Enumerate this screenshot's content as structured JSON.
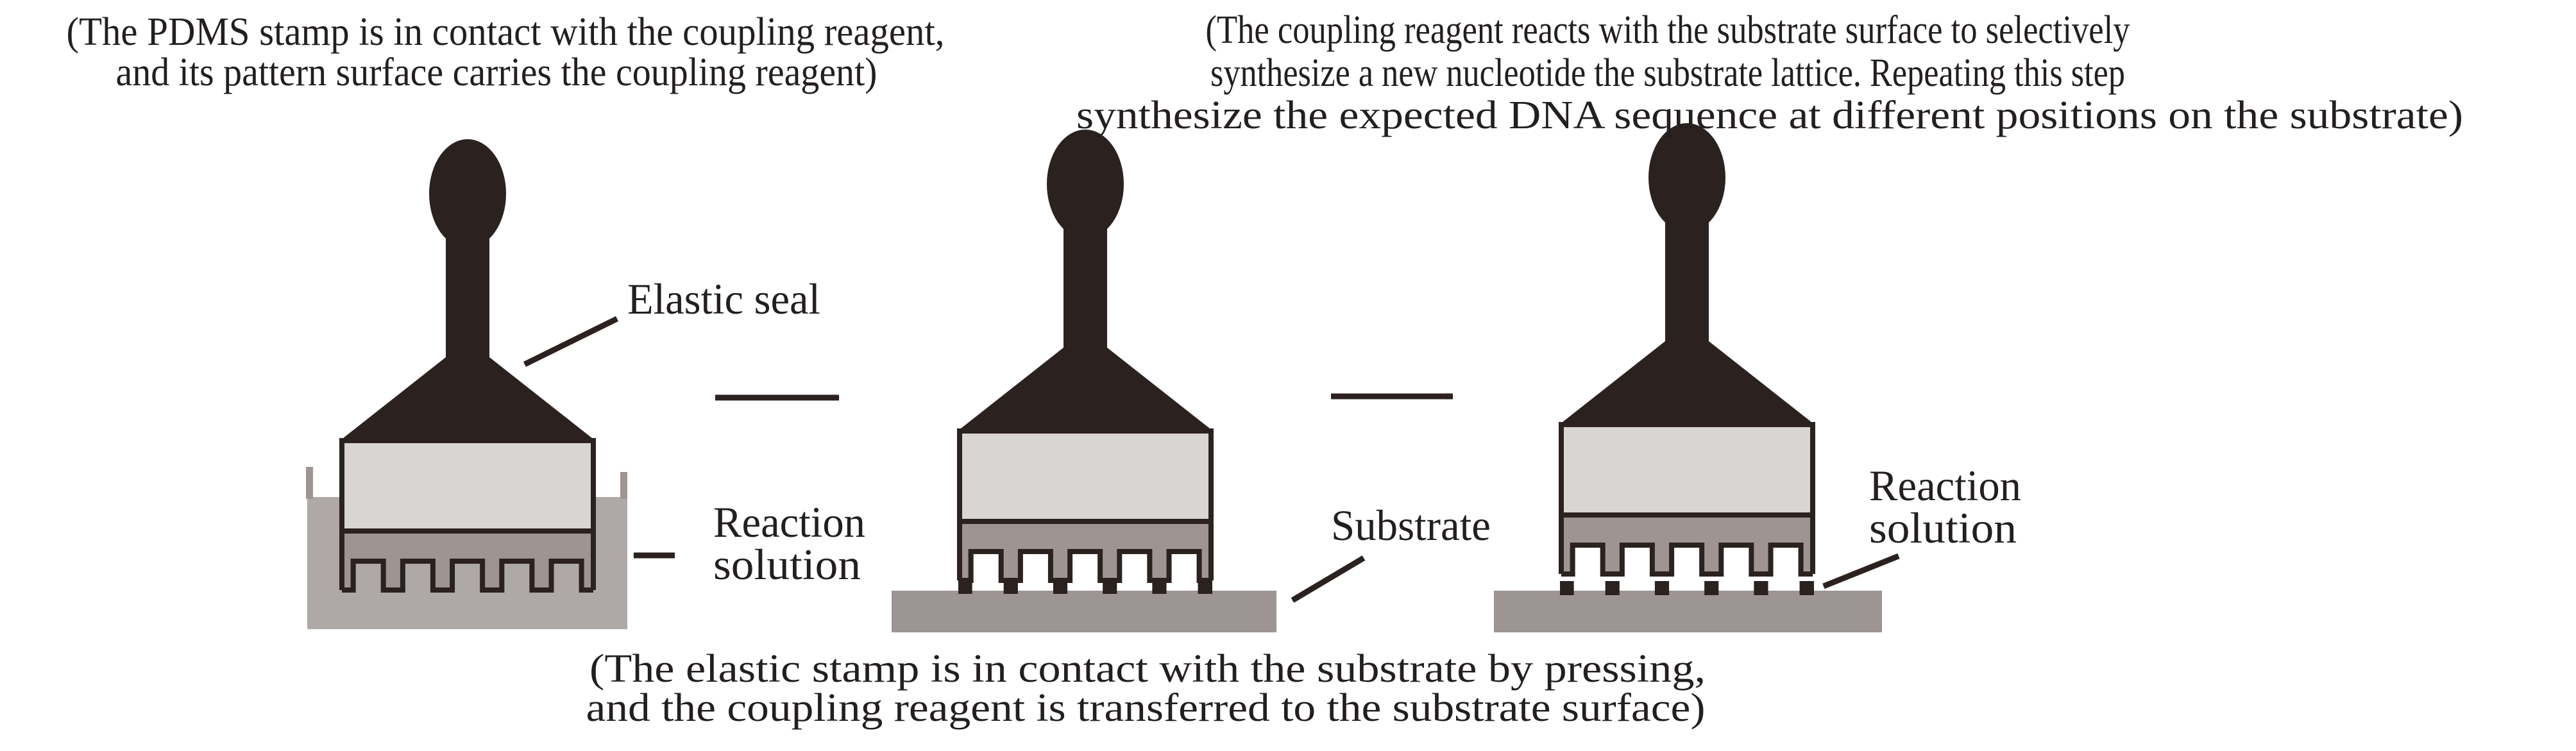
{
  "captions": {
    "step1": [
      "(The PDMS stamp is in contact with the coupling reagent,",
      "and its pattern surface carries the coupling reagent)"
    ],
    "step2": [
      "(The elastic stamp is in contact with the substrate by pressing,",
      "and the coupling reagent is transferred to the substrate surface)"
    ],
    "step3": [
      "(The coupling reagent reacts with the substrate surface to selectively",
      "synthesize a new nucleotide the substrate lattice. Repeating this step",
      "synthesize the expected DNA sequence at different positions on the substrate)"
    ]
  },
  "labels": {
    "elastic_seal": "Elastic seal",
    "reaction_solution_1": [
      "Reaction",
      "solution"
    ],
    "substrate": "Substrate",
    "reaction_solution_3": [
      "Reaction",
      "solution"
    ]
  },
  "colors": {
    "ink": "#2b2220",
    "stamp_body": "#d9d5d2",
    "stamp_pattern": "#9e9592",
    "reaction_bath": "#aea8a7",
    "substrate": "#9d9593",
    "background": "#ffffff"
  },
  "icons": [
    "stamp-handle",
    "right-arrow",
    "pointer-arrow"
  ]
}
